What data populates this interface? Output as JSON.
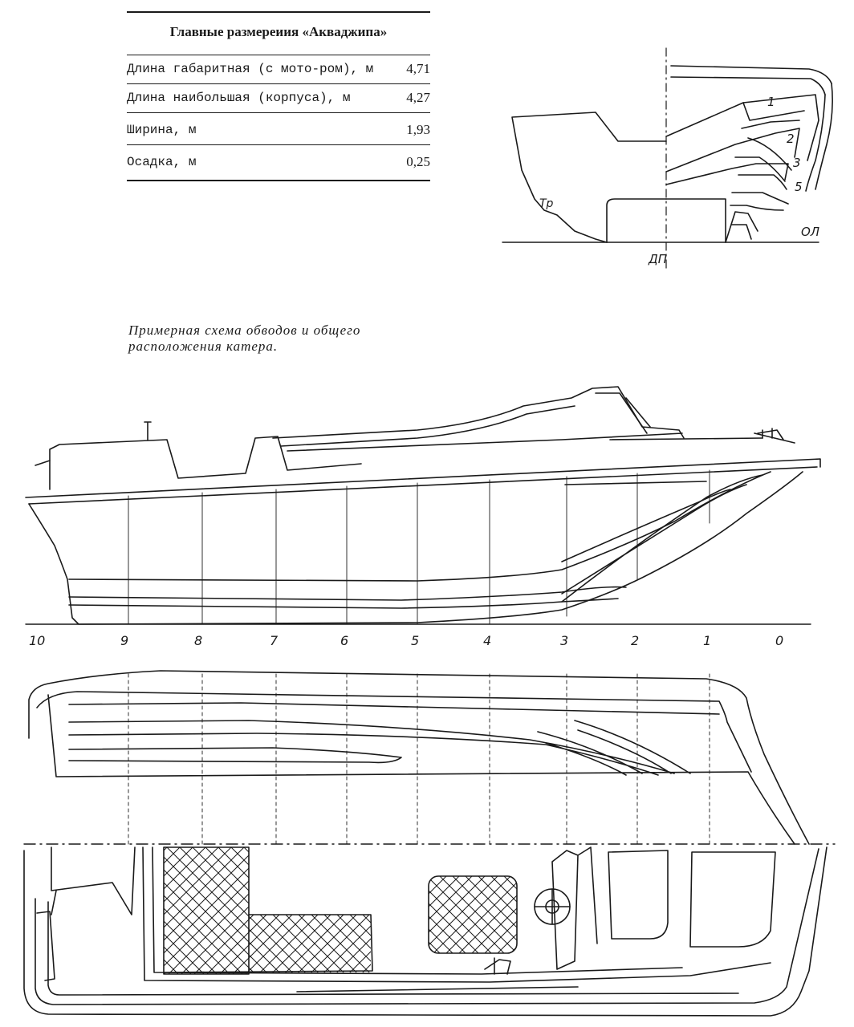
{
  "table": {
    "title": "Главные размереиия «Акваджипа»",
    "rows": [
      {
        "label": "Длина габаритная (с мото-ром), м",
        "value": "4,71"
      },
      {
        "label": "Длина наибольшая (корпуса), м",
        "value": "4,27"
      },
      {
        "label": "Ширина, м",
        "value": "1,93"
      },
      {
        "label": "Осадка, м",
        "value": "0,25"
      }
    ]
  },
  "caption": "Примерная схема обводов и общего расположения катера.",
  "body_plan": {
    "labels": {
      "transom": "Тр",
      "centerline": "ДП",
      "baseline": "ОЛ"
    },
    "section_numbers": [
      "1",
      "2",
      "3",
      "5"
    ]
  },
  "profile": {
    "stations": [
      "10",
      "9",
      "8",
      "7",
      "6",
      "5",
      "4",
      "3",
      "2",
      "1",
      "0"
    ]
  },
  "colors": {
    "ink": "#1a1a1a",
    "paper": "#ffffff"
  }
}
